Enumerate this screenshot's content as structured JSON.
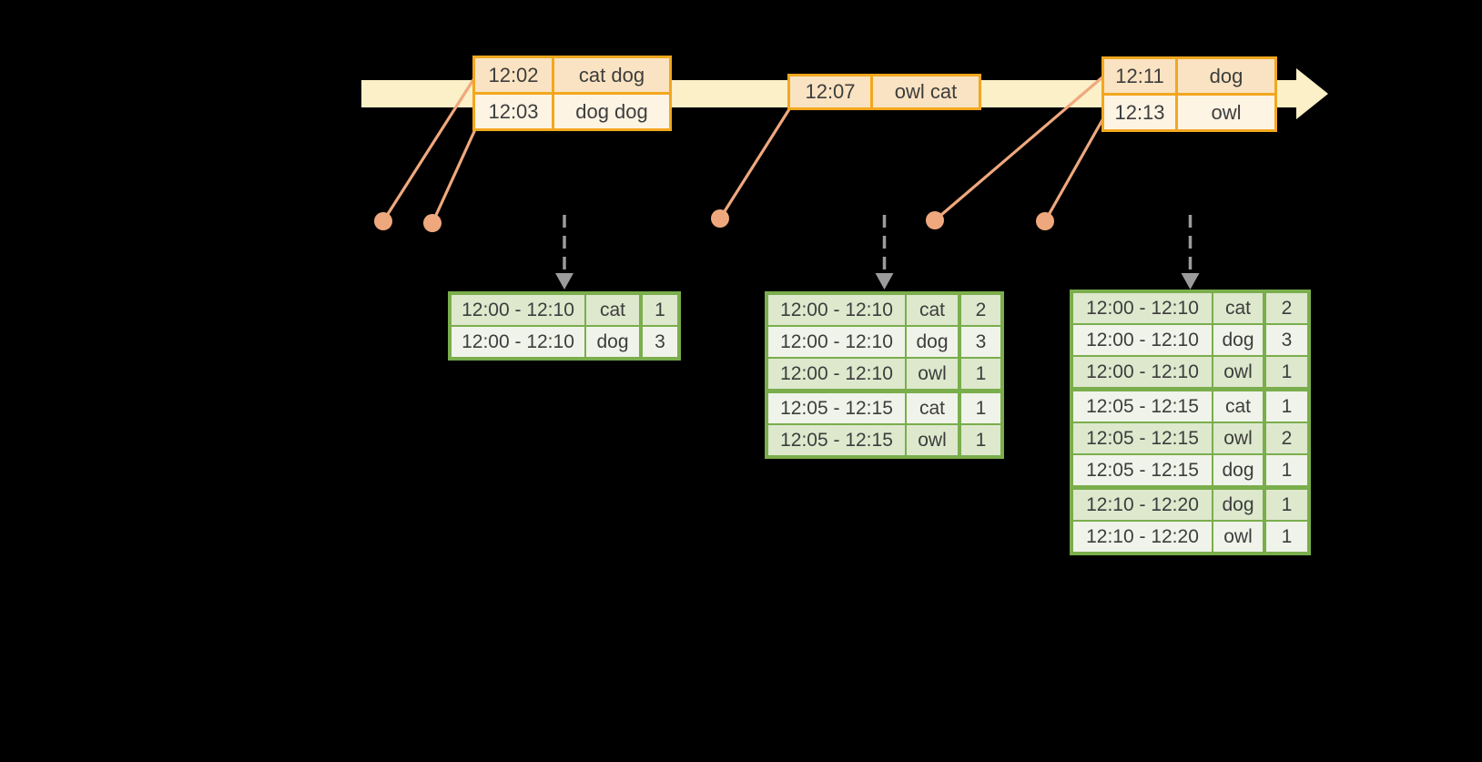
{
  "colors": {
    "background": "#000000",
    "timeline_bar": "#fbf0c7",
    "event_border": "#f2a71e",
    "event_row_dark": "#fae3c2",
    "event_row_light": "#fdf4e3",
    "connector": "#efa87d",
    "trigger_arrow": "#9b9b9b",
    "result_border": "#7aad4c",
    "result_row_dark": "#dde8cd",
    "result_row_light": "#f0f3e9",
    "text": "#3d3d3d"
  },
  "stream": {
    "event_tables": [
      {
        "rows": [
          {
            "time": "12:02",
            "words": "cat dog"
          },
          {
            "time": "12:03",
            "words": "dog dog"
          }
        ]
      },
      {
        "rows": [
          {
            "time": "12:07",
            "words": "owl cat"
          }
        ]
      },
      {
        "rows": [
          {
            "time": "12:11",
            "words": "dog"
          },
          {
            "time": "12:13",
            "words": "owl"
          }
        ]
      }
    ]
  },
  "results": {
    "tables": [
      {
        "rows": [
          {
            "window": "12:00 - 12:10",
            "word": "cat",
            "count": "1"
          },
          {
            "window": "12:00 - 12:10",
            "word": "dog",
            "count": "3"
          }
        ]
      },
      {
        "rows": [
          {
            "window": "12:00 - 12:10",
            "word": "cat",
            "count": "2"
          },
          {
            "window": "12:00 - 12:10",
            "word": "dog",
            "count": "3"
          },
          {
            "window": "12:00 - 12:10",
            "word": "owl",
            "count": "1"
          },
          {
            "window": "12:05 - 12:15",
            "word": "cat",
            "count": "1",
            "new_group": true
          },
          {
            "window": "12:05 - 12:15",
            "word": "owl",
            "count": "1"
          }
        ]
      },
      {
        "rows": [
          {
            "window": "12:00 - 12:10",
            "word": "cat",
            "count": "2"
          },
          {
            "window": "12:00 - 12:10",
            "word": "dog",
            "count": "3"
          },
          {
            "window": "12:00 - 12:10",
            "word": "owl",
            "count": "1"
          },
          {
            "window": "12:05 - 12:15",
            "word": "cat",
            "count": "1",
            "new_group": true
          },
          {
            "window": "12:05 - 12:15",
            "word": "owl",
            "count": "2"
          },
          {
            "window": "12:05 - 12:15",
            "word": "dog",
            "count": "1"
          },
          {
            "window": "12:10 - 12:20",
            "word": "dog",
            "count": "1",
            "new_group": true
          },
          {
            "window": "12:10 - 12:20",
            "word": "owl",
            "count": "1"
          }
        ]
      }
    ]
  }
}
